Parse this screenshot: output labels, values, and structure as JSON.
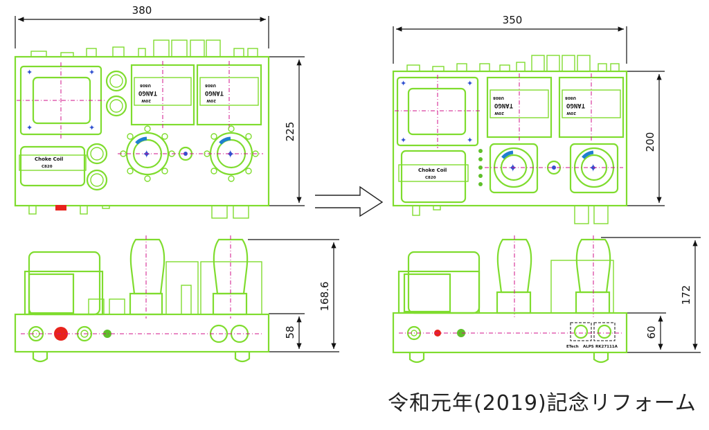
{
  "left_drawing": {
    "width_dim": "380",
    "depth_dim": "225",
    "height_dim": "168.6",
    "chassis_height_dim": "58",
    "transformer_left_label": "TANGO",
    "transformer_left_model": "U808",
    "transformer_left_rating": "20W",
    "transformer_right_label": "TANGO",
    "transformer_right_model": "U808",
    "transformer_right_rating": "20W",
    "choke_label": "Choke Coil",
    "choke_model": "C820"
  },
  "right_drawing": {
    "width_dim": "350",
    "depth_dim": "200",
    "height_dim": "172",
    "chassis_height_dim": "60",
    "transformer_left_label": "TANGO",
    "transformer_left_model": "U808",
    "transformer_left_rating": "20W",
    "transformer_right_label": "TANGO",
    "transformer_right_model": "U808",
    "transformer_right_rating": "20W",
    "choke_label": "Choke Coil",
    "choke_model": "C820",
    "front_label_1": "ETech",
    "front_label_2": "ALPS",
    "front_label_3": "RK27111A"
  },
  "caption": "令和元年(2019)記念リフォーム",
  "colors": {
    "outline": "#7fdc2e",
    "centerline": "#d0108a",
    "led": "#e8231c",
    "tube": "#1f7fd0"
  }
}
